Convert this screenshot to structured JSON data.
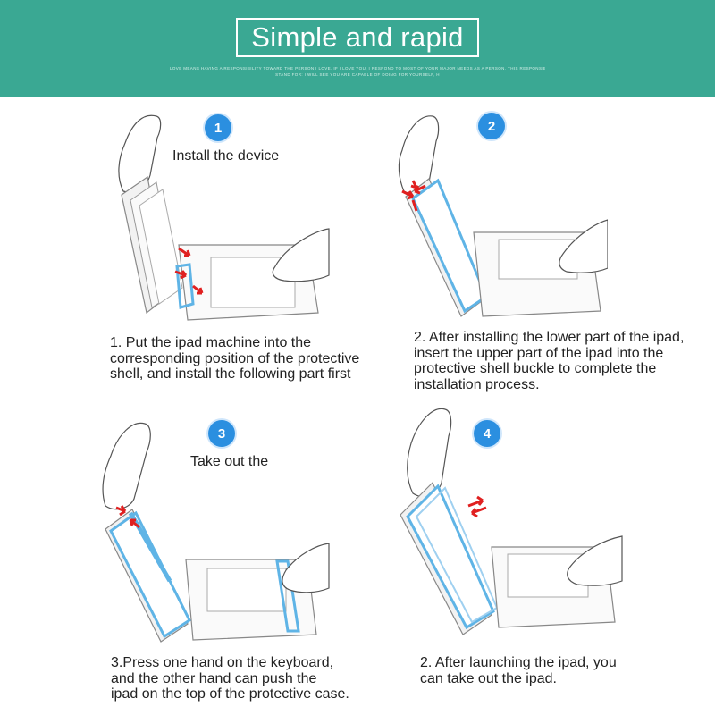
{
  "banner": {
    "title": "Simple and rapid",
    "subtitle_line1": "LOVE MEANS HAVING A RESPONSIBILITY TOWARD THE PERSON I LOVE. IF I LOVE YOU, I RESPOND TO MOST OF YOUR MAJOR NEEDS AS A PERSON. THIS RESPONSIBILITY DOES NOT",
    "subtitle_line2": "STAND FOR: I WILL SEE YOU ARE CAPABLE OF DOING FOR YOURSELF, H",
    "color": "#3aa893"
  },
  "steps": [
    {
      "number": "1",
      "label": "Install the device",
      "caption": [
        "1. Put the ipad machine into the",
        "corresponding position of the protective",
        "shell, and install the following part first"
      ]
    },
    {
      "number": "2",
      "label": "",
      "caption": [
        "2. After installing the lower part of the ipad,",
        "insert the upper part of the ipad into the",
        "protective shell buckle to complete the",
        "installation process."
      ]
    },
    {
      "number": "3",
      "label": "Take out the",
      "caption": [
        "3.Press one hand on the keyboard,",
        "and the other hand can push the",
        "ipad on the top of the protective case."
      ]
    },
    {
      "number": "4",
      "label": "",
      "caption": [
        "2. After launching the ipad, you",
        "can take out the ipad."
      ]
    }
  ],
  "colors": {
    "badge": "#2b8fe0",
    "highlight": "#5fb4e6",
    "arrow": "#e02020"
  }
}
